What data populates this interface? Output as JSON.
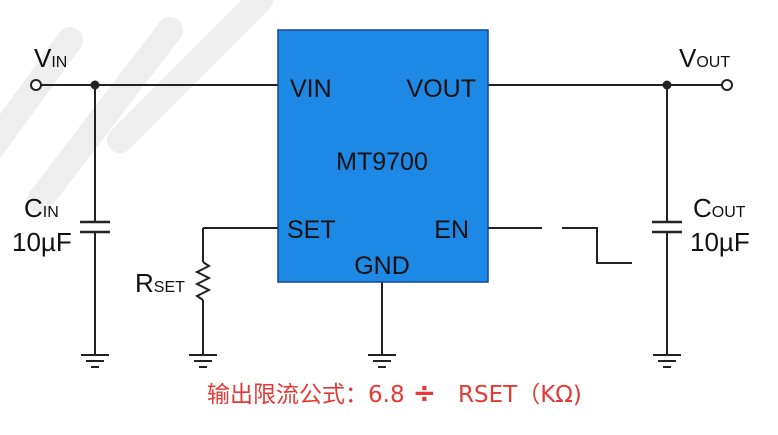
{
  "chip": {
    "name": "MT9700",
    "pins": {
      "vin": "VIN",
      "vout": "VOUT",
      "set": "SET",
      "en": "EN",
      "gnd": "GND"
    }
  },
  "terminals": {
    "vin": {
      "main": "V",
      "sub": "IN"
    },
    "vout": {
      "main": "V",
      "sub": "OUT"
    }
  },
  "components": {
    "cin": {
      "main": "C",
      "sub": "IN",
      "value": "10µF"
    },
    "cout": {
      "main": "C",
      "sub": "OUT",
      "value": "10µF"
    },
    "rset": {
      "main": "R",
      "sub": "SET"
    }
  },
  "note": {
    "prefix": "输出限流公式：6.8",
    "divide": "÷",
    "suffix": "RSET（KΩ)"
  },
  "colors": {
    "chip_fill": "#1e88e5",
    "chip_border": "#0d47a1",
    "wire": "#222222",
    "note": "#e53935"
  }
}
